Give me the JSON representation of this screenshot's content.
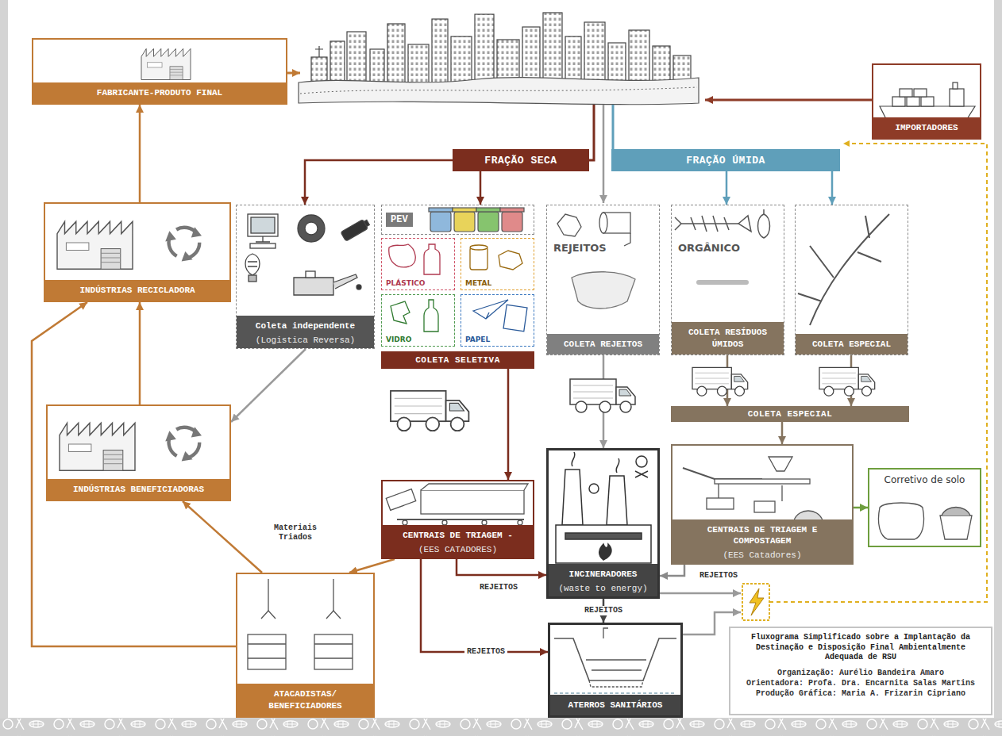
{
  "diagram": {
    "nodes": [
      {
        "text": [
          "FABRICANTE-PRODUTO FINAL"
        ]
      },
      {
        "text": [
          "IMPORTADORES"
        ]
      },
      {
        "text": [
          "FRAÇÃO SECA"
        ]
      },
      {
        "text": [
          "FRAÇÃO ÚMIDA"
        ]
      },
      {
        "text": [
          "INDÚSTRIAS RECICLADORA"
        ]
      },
      {
        "text": [
          "Coleta independente",
          "(Logistica Reversa)"
        ]
      },
      {
        "text": [
          "PEV"
        ]
      },
      {
        "text": [
          "PLÁSTICO"
        ]
      },
      {
        "text": [
          "METAL"
        ]
      },
      {
        "text": [
          "VIDRO"
        ]
      },
      {
        "text": [
          "PAPEL"
        ]
      },
      {
        "text": [
          "COLETA SELETIVA"
        ]
      },
      {
        "text": [
          "REJEITOS",
          "COLETA REJEITOS"
        ]
      },
      {
        "text": [
          "ORGÂNICO",
          "COLETA RESÍDUOS ÚMIDOS"
        ]
      },
      {
        "text": [
          "COLETA ESPECIAL"
        ]
      },
      {
        "text": [
          "COLETA ESPECIAL"
        ]
      },
      {
        "text": [
          "INDÚSTRIAS BENEFICIADORAS"
        ]
      },
      {
        "text": [
          "CENTRAIS DE TRIAGEM -",
          "(EES CATADORES)"
        ]
      },
      {
        "text": [
          "INCINERADORES",
          "(waste to energy)"
        ]
      },
      {
        "text": [
          "CENTRAIS DE TRIAGEM E COMPOSTAGEM",
          "(EES Catadores)"
        ]
      },
      {
        "text": [
          "Corretivo de solo"
        ]
      },
      {
        "text": [
          "ATACADISTAS/ BENEFICIADORES"
        ]
      },
      {
        "text": [
          "ATERROS SANITÁRIOS"
        ]
      },
      {
        "text": [
          "Fluxograma Simplificado sobre a Implantação da Destinação e Disposição Final Ambientalmente Adequada de RSU",
          "Organização: Aurélio Bandeira Amaro",
          "Orientadora: Profa. Dra. Encarnita Salas Martins",
          "Produção Gráfica: Maria A. Frizarin Cipriano"
        ]
      }
    ],
    "edges": [
      {
        "from": 2,
        "to": 5,
        "arrow": "to"
      },
      {
        "from": 2,
        "to": 6,
        "arrow": "to"
      },
      {
        "from": 3,
        "to": 13,
        "arrow": "to"
      },
      {
        "from": 3,
        "to": 14,
        "arrow": "to"
      },
      {
        "from": 5,
        "to": 16,
        "arrow": "to"
      },
      {
        "from": 11,
        "to": 17,
        "arrow": "to"
      },
      {
        "from": 12,
        "to": 18,
        "arrow": "to"
      },
      {
        "from": 13,
        "to": 15,
        "arrow": "to"
      },
      {
        "from": 14,
        "to": 15,
        "arrow": "to"
      },
      {
        "from": 15,
        "to": 19,
        "arrow": "to"
      },
      {
        "from": 19,
        "to": 20,
        "arrow": "to"
      },
      {
        "from": 19,
        "to": 18,
        "label": "REJEITOS",
        "arrow": "to"
      },
      {
        "from": 17,
        "to": 18,
        "label": "REJEITOS",
        "arrow": "to"
      },
      {
        "from": 17,
        "to": 22,
        "label": "REJEITOS",
        "arrow": "to"
      },
      {
        "from": 18,
        "to": 22,
        "label": "REJEITOS",
        "arrow": "to"
      },
      {
        "from": 17,
        "to": 21,
        "arrow": "to"
      },
      {
        "from": 21,
        "to": 16,
        "label": "Materiais Triados",
        "arrow": "to"
      },
      {
        "from": 21,
        "to": 4,
        "arrow": "to"
      },
      {
        "from": 16,
        "to": 4,
        "arrow": "to"
      },
      {
        "from": 4,
        "to": 0,
        "arrow": "to"
      }
    ]
  }
}
